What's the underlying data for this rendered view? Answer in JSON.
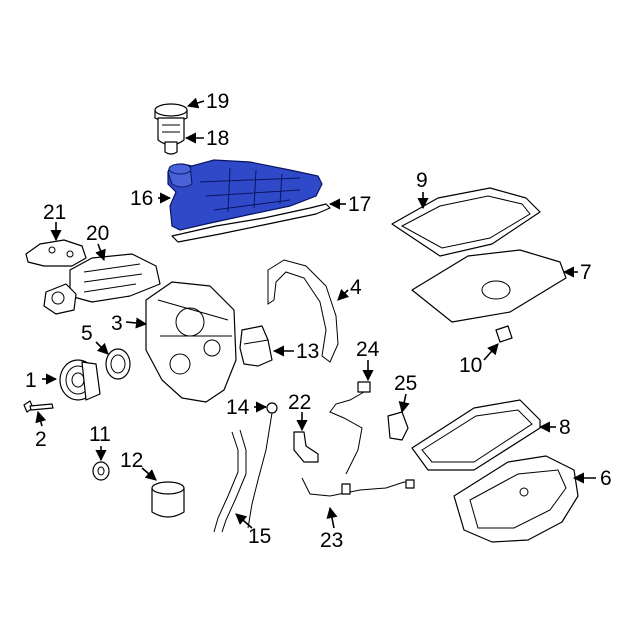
{
  "diagram": {
    "highlight_color": "#2f49c9",
    "callouts": [
      {
        "id": "c1",
        "label": "1"
      },
      {
        "id": "c2",
        "label": "2"
      },
      {
        "id": "c3",
        "label": "3"
      },
      {
        "id": "c4",
        "label": "4"
      },
      {
        "id": "c5",
        "label": "5"
      },
      {
        "id": "c6",
        "label": "6"
      },
      {
        "id": "c7",
        "label": "7"
      },
      {
        "id": "c8",
        "label": "8"
      },
      {
        "id": "c9",
        "label": "9"
      },
      {
        "id": "c10",
        "label": "10"
      },
      {
        "id": "c11",
        "label": "11"
      },
      {
        "id": "c12",
        "label": "12"
      },
      {
        "id": "c13",
        "label": "13"
      },
      {
        "id": "c14",
        "label": "14"
      },
      {
        "id": "c15",
        "label": "15"
      },
      {
        "id": "c16",
        "label": "16"
      },
      {
        "id": "c17",
        "label": "17"
      },
      {
        "id": "c18",
        "label": "18"
      },
      {
        "id": "c19",
        "label": "19"
      },
      {
        "id": "c20",
        "label": "20"
      },
      {
        "id": "c21",
        "label": "21"
      },
      {
        "id": "c22",
        "label": "22"
      },
      {
        "id": "c23",
        "label": "23"
      },
      {
        "id": "c24",
        "label": "24"
      },
      {
        "id": "c25",
        "label": "25"
      }
    ]
  }
}
